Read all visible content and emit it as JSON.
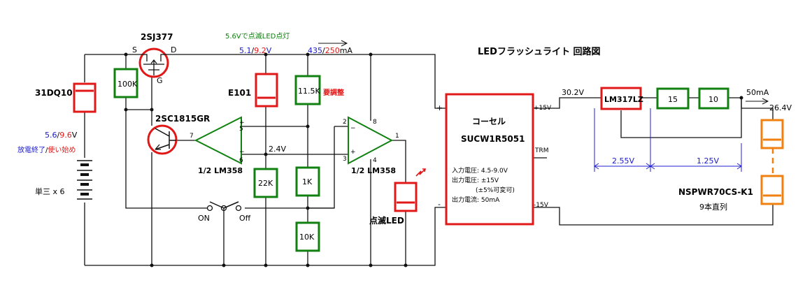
{
  "title": "LEDフラッシュライト 回路図",
  "note_top": "5.6Vで点滅LED点灯",
  "top_voltage": {
    "a": "5.1",
    "b": "9.2",
    "unit": "V"
  },
  "top_current": {
    "a": "435",
    "b": "250",
    "unit": "mA"
  },
  "diode": "31DQ10",
  "battery_voltage": {
    "a": "5.6",
    "b": "9.6",
    "unit": "V"
  },
  "battery_note": {
    "a": "放電終了",
    "b": "使い始め"
  },
  "battery": "単三 x 6",
  "fet": {
    "name": "2SJ377",
    "S": "S",
    "D": "D",
    "G": "G"
  },
  "transistor": "2SC1815GR",
  "r100k": "100K",
  "e101": "E101",
  "r11k5": "11.5K",
  "adjust": "要調整",
  "r22k": "22K",
  "r1k": "1K",
  "r10k": "10K",
  "opamp1": {
    "label": "1/2  LM358",
    "p5": "5",
    "p6": "6",
    "p7": "7"
  },
  "opamp2": {
    "label": "1/2  LM358",
    "p2": "2",
    "p3": "3",
    "p1": "1",
    "p8": "8",
    "p4": "4"
  },
  "mid_voltage": "2.4V",
  "switch": {
    "on": "ON",
    "off": "Off"
  },
  "blink_led": "点滅LED",
  "module": {
    "name": "コーセル",
    "part": "SUCW1R5051",
    "spec1": "入力電圧: 4.5-9.0V",
    "spec2": "出力電圧: ±15V",
    "spec3": "(±5%可変可)",
    "spec4": "出力電流: 50mA",
    "plus": "+",
    "minus": "-",
    "out_plus": "+15V",
    "out_minus": "-15V",
    "trm": "TRM"
  },
  "v_out": "30.2V",
  "regulator": "LM317LZ",
  "r15": "15",
  "r10": "10",
  "i_out": "50mA",
  "v_led": "26.4V",
  "v_drop1": "2.55V",
  "v_drop2": "1.25V",
  "white_led": "NSPWR70CS-K1",
  "white_led_note": "9本直列"
}
